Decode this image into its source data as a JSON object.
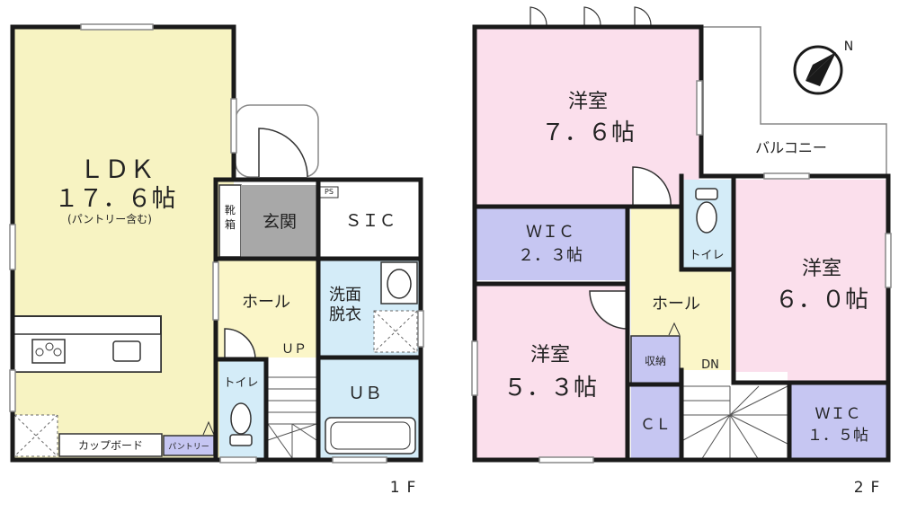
{
  "floor1": {
    "label": "1F",
    "ldk": {
      "name": "ＬＤＫ",
      "size": "１７．６帖",
      "note": "(パントリー含む)"
    },
    "shoebox": "靴箱",
    "genkan": "玄関",
    "ps": "PS",
    "sic": "ＳＩＣ",
    "hall": "ホール",
    "senmen": [
      "洗面",
      "脱衣"
    ],
    "up": "ＵＰ",
    "toilet": "トイレ",
    "ub": "ＵＢ",
    "cupboard": "カップボード",
    "pantry": "パントリー"
  },
  "floor2": {
    "label": "2F",
    "room76": {
      "name": "洋室",
      "size": "７．６帖"
    },
    "balcony": "バルコニー",
    "wic23": {
      "name": "ＷＩＣ",
      "size": "２．３帖"
    },
    "toilet": "トイレ",
    "room60": {
      "name": "洋室",
      "size": "６．０帖"
    },
    "hall": "ホール",
    "room53": {
      "name": "洋室",
      "size": "５．３帖"
    },
    "storage": "収納",
    "dn": "DN",
    "cl": "ＣＬ",
    "wic15": {
      "name": "ＷＩＣ",
      "size": "１．５帖"
    }
  },
  "compass": {
    "north": "N"
  },
  "colors": {
    "ldk": "#f7f3c2",
    "hall": "#fbf6c8",
    "genkan": "#a8a8a8",
    "wet": "#d4ecf8",
    "room": "#fbdfec",
    "wic": "#c6c6f2",
    "wall": "#1a1a1a"
  }
}
